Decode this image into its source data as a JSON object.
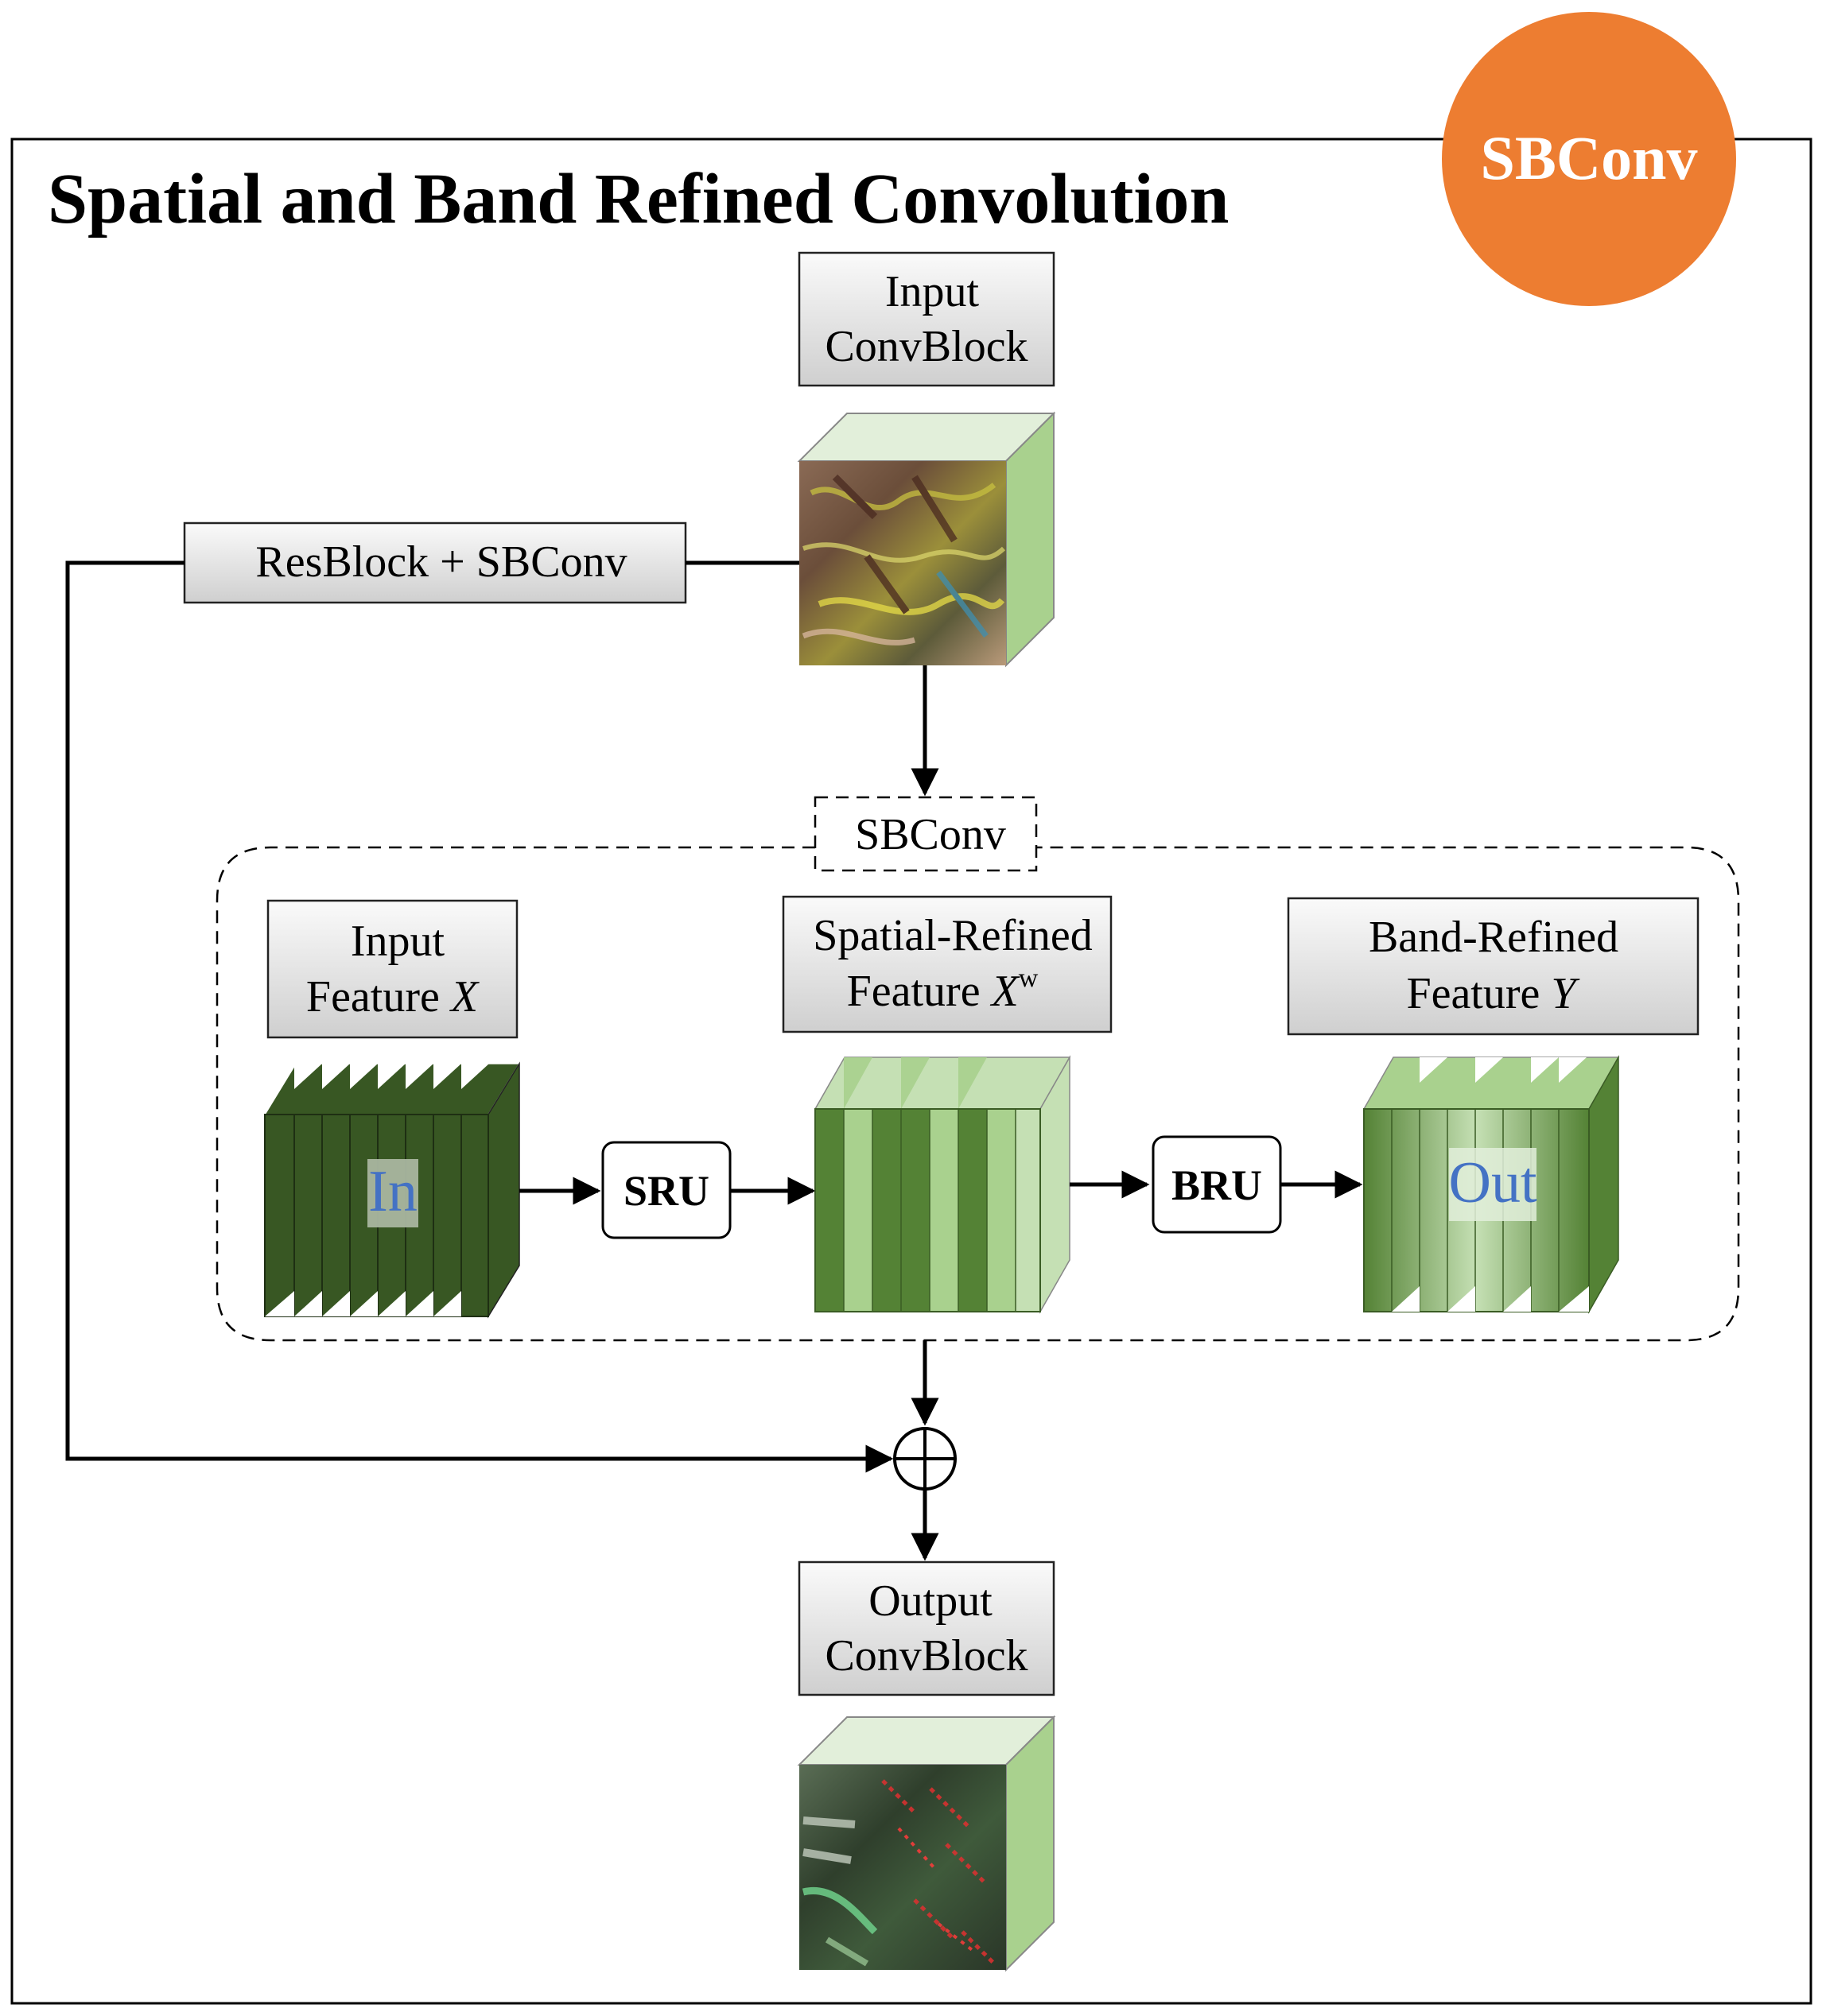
{
  "title": "Spatial and Band Refined Convolution",
  "badge": {
    "label": "SBConv",
    "color": "#ED7D31"
  },
  "input_block": {
    "line1": "Input",
    "line2": "ConvBlock"
  },
  "output_block": {
    "line1": "Output",
    "line2": "ConvBlock"
  },
  "residual": {
    "label": "ResBlock + SBConv"
  },
  "module": {
    "label": "SBConv"
  },
  "input_feature": {
    "line1": "Input",
    "line2_text": "Feature ",
    "line2_var": "X"
  },
  "spatial_feature": {
    "line1": "Spatial-Refined",
    "line2_text": "Feature ",
    "line2_var": "X",
    "line2_sup": "w"
  },
  "band_feature": {
    "line1": "Band-Refined",
    "line2_text": "Feature ",
    "line2_var": "Y"
  },
  "ops": {
    "sru": "SRU",
    "bru": "BRU"
  },
  "stack_labels": {
    "in": "In",
    "out": "Out"
  },
  "colors": {
    "dark_green": "#385723",
    "mid_green": "#548235",
    "light_green": "#A9D18E",
    "pale_green": "#C5E0B4",
    "text_blue": "#4472C4",
    "box_top": "#F7F7F7",
    "box_bottom": "#D0D0D0"
  }
}
